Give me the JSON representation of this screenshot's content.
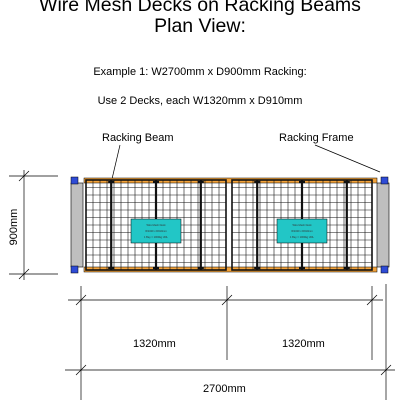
{
  "title": {
    "line1": "Wire Mesh Decks on Racking Beams",
    "line2": "Plan View:"
  },
  "example": {
    "line1": "Example 1: W2700mm x D900mm Racking:",
    "line2": "Use 2 Decks, each W1320mm x D910mm"
  },
  "callouts": {
    "racking_beam": "Racking Beam",
    "racking_frame": "Racking Frame"
  },
  "dimensions": {
    "depth": "900mm",
    "deck_1_width": "1320mm",
    "deck_2_width": "1320mm",
    "total_width": "2700mm"
  },
  "deck_tags": [
    {
      "line1": "Wire Mesh Deck",
      "line2": "W1320 x D910mm",
      "line3": "1 Bay = 1000kg UDL"
    },
    {
      "line1": "Wire Mesh Deck",
      "line2": "W1320 x D910mm",
      "line3": "1 Bay = 1000kg UDL"
    }
  ],
  "colors": {
    "beam": "#f2a23a",
    "frame_end": "#2e4bd6",
    "upright": "#bfbfbf",
    "mesh": "#111111",
    "tag_fill": "#22c6c6",
    "line": "#000000"
  }
}
